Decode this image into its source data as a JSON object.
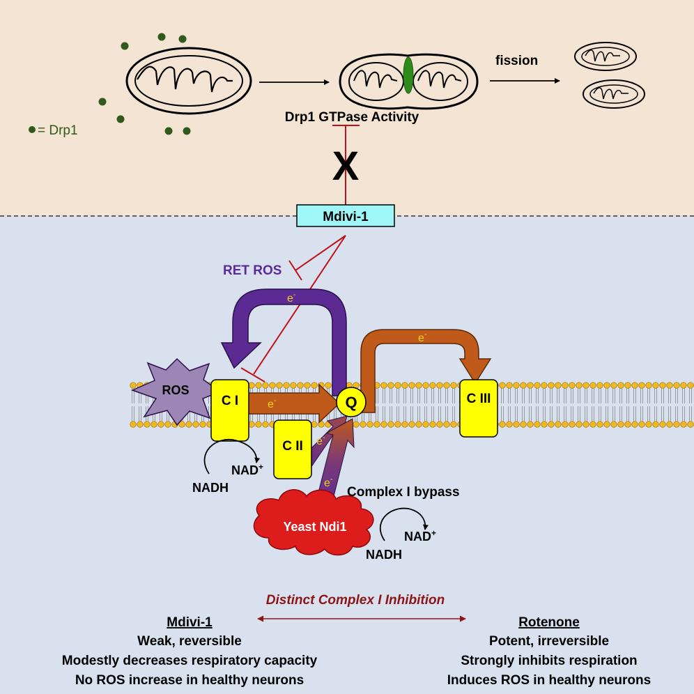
{
  "top": {
    "legend_label": "= Drp1",
    "gtpase_label": "Drp1 GTPase Activity",
    "fission_label": "fission",
    "block_mark": "X",
    "drug_box": "Mdivi-1"
  },
  "etc": {
    "ret_ros": "RET ROS",
    "electron": "e",
    "electron_sup": "-",
    "ros": "ROS",
    "complex_1": "C I",
    "complex_2": "C II",
    "complex_3": "C III",
    "q": "Q",
    "nadh": "NADH",
    "nad": "NAD",
    "nad_sup": "+",
    "bypass": "Complex I bypass",
    "ndi1": "Yeast Ndi1"
  },
  "bottom": {
    "title": "Distinct Complex I Inhibition",
    "left": {
      "heading": "Mdivi-1",
      "lines": [
        "Weak, reversible",
        "Modestly decreases respiratory capacity",
        "No ROS increase in healthy neurons"
      ]
    },
    "right": {
      "heading": "Rotenone",
      "lines": [
        "Potent, irreversible",
        "Strongly inhibits respiration",
        "Induces ROS in healthy neurons"
      ]
    }
  },
  "colors": {
    "cytosol_bg": "#f3e4d3",
    "matrix_bg": "#d9e1ef",
    "drp1": "#2f5a1c",
    "purple": "#5b2a93",
    "orange": "#c05a1a",
    "inhibit": "#c0111a",
    "complex_fill": "#ffff00",
    "cloud": "#dd1c1c",
    "ros_star": "#9c86b6",
    "drug_box": "#9ef6f6",
    "title_red": "#8c1414"
  }
}
